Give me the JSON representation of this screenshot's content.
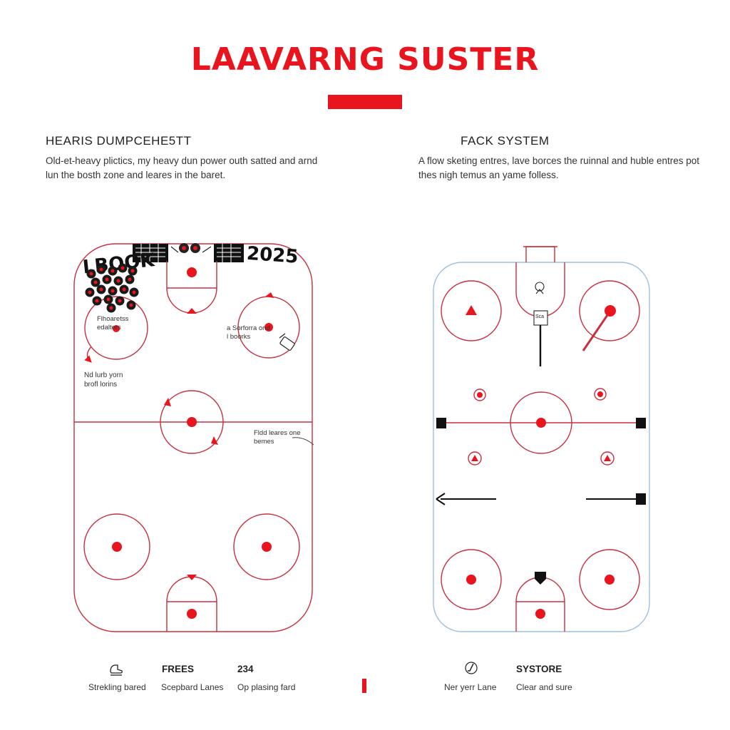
{
  "page": {
    "title": "LAAVARNG SUSTER",
    "accent_color": "#e8141e",
    "line_red": "#c83040",
    "line_blue": "#9ec0de"
  },
  "left_panel": {
    "heading": "HEARIS DUMPCEHE5TT",
    "description": "Old-et-heavy plictics, my heavy dun power outh satted and arnd lun the bosth zone and leares in the baret.",
    "board_left_text": "LBOOK",
    "board_right_text": "2025",
    "annotations": {
      "circle_note": "Flhoaretss edalters",
      "right_note": "a Sorforra ond l boorks",
      "side_note": "Nd lurb yorn brofl lorins",
      "center_note": "Fldd leares one bemes"
    }
  },
  "right_panel": {
    "heading": "FACK SYSTEM",
    "description": "A flow sketing entres, lave borces the ruinnal and huble entres pot thes nigh temus an yame folless.",
    "marker_label": "Sca"
  },
  "legend": {
    "left_items": [
      {
        "icon": "skate-icon",
        "label": "Strekling bared"
      },
      {
        "bold": "FREES",
        "label": "Scepbard Lanes"
      },
      {
        "bold": "234",
        "label": "Op plasing fard"
      }
    ],
    "right_items": [
      {
        "icon": "stick-icon",
        "label": "Ner yerr Lane"
      },
      {
        "bold": "SYSTORE",
        "label": "Clear and sure"
      }
    ]
  }
}
